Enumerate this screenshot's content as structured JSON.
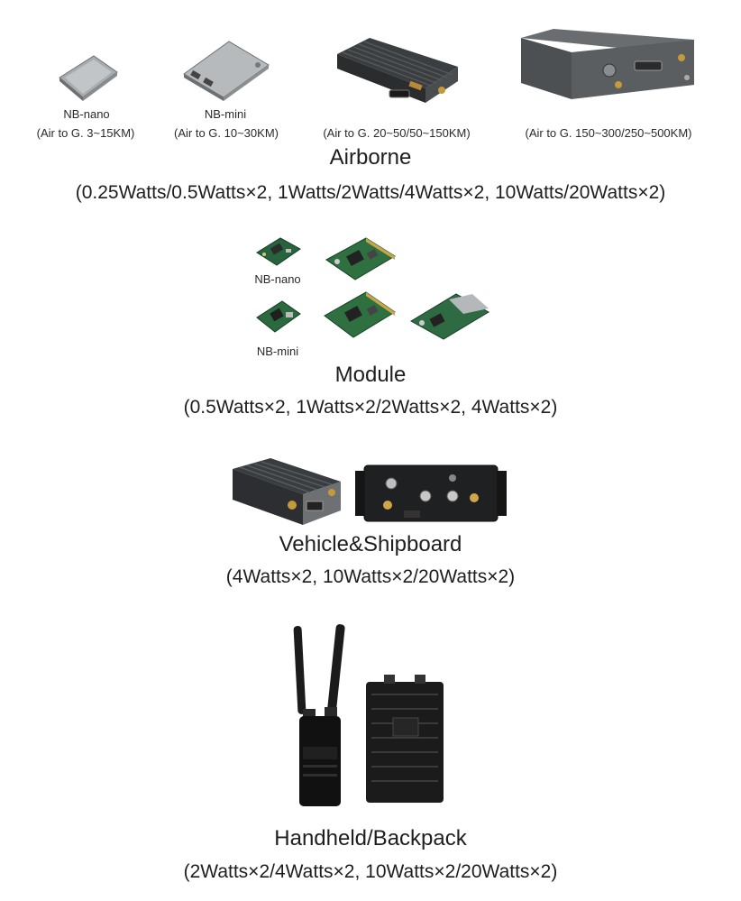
{
  "airborne": {
    "title": "Airborne",
    "power": "(0.25Watts/0.5Watts×2, 1Watts/2Watts/4Watts×2, 10Watts/20Watts×2)",
    "products": [
      {
        "name": "NB-nano",
        "range": "(Air to G. 3~15KM)"
      },
      {
        "name": "NB-mini",
        "range": "(Air to G. 10~30KM)"
      },
      {
        "range": "(Air to G. 20~50/50~150KM)"
      },
      {
        "range": "(Air to G. 150~300/250~500KM)"
      }
    ]
  },
  "module": {
    "title": "Module",
    "power": "(0.5Watts×2, 1Watts×2/2Watts×2, 4Watts×2)",
    "labels": [
      "NB-nano",
      "NB-mini"
    ]
  },
  "vehicle": {
    "title": "Vehicle&Shipboard",
    "power": "(4Watts×2, 10Watts×2/20Watts×2)"
  },
  "handheld": {
    "title": "Handheld/Backpack",
    "power": "(2Watts×2/4Watts×2, 10Watts×2/20Watts×2)"
  }
}
